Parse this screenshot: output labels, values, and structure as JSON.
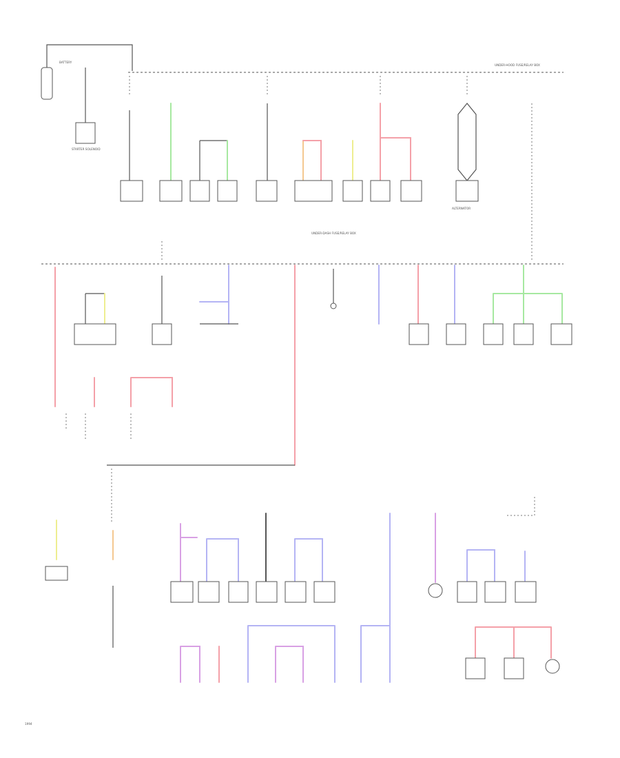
{
  "labels": {
    "battery": "BATTERY",
    "starter_solenoid": "STARTER SOLENOID",
    "underhood_fuse_box": "UNDER-HOOD FUSE/RELAY BOX",
    "alternator": "ALTERNATOR",
    "under_dash_fuse_box": "UNDER-DASH FUSE/RELAY BOX",
    "page_code": "1994"
  },
  "colors": {
    "red": "#f4a0a8",
    "green": "#a6e8a0",
    "blue_violet": "#b4b4f4",
    "orange": "#f4c890",
    "yellow": "#eeee90",
    "violet": "#d8a0e4",
    "bus": "#8c8c8c",
    "black": "#555555"
  }
}
